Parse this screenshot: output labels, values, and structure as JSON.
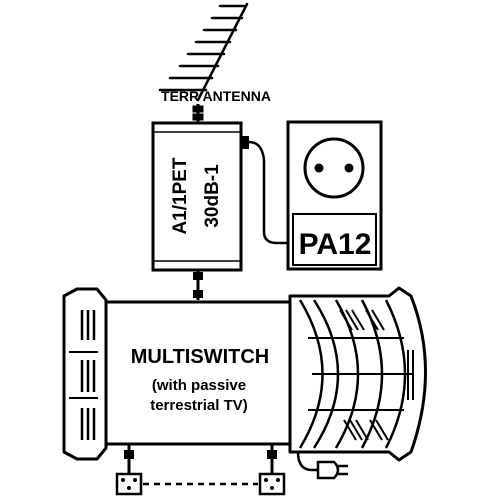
{
  "antenna": {
    "label": "TERR ANTENNA"
  },
  "amplifier": {
    "model": "A1/1PET",
    "gain": "30dB-1"
  },
  "power_supply": {
    "model": "PA12"
  },
  "multiswitch": {
    "title": "MULTISWITCH",
    "subtitle_line1": "(with passive",
    "subtitle_line2": "terrestrial TV)"
  },
  "colors": {
    "ink": "#000000",
    "paper": "#ffffff"
  }
}
